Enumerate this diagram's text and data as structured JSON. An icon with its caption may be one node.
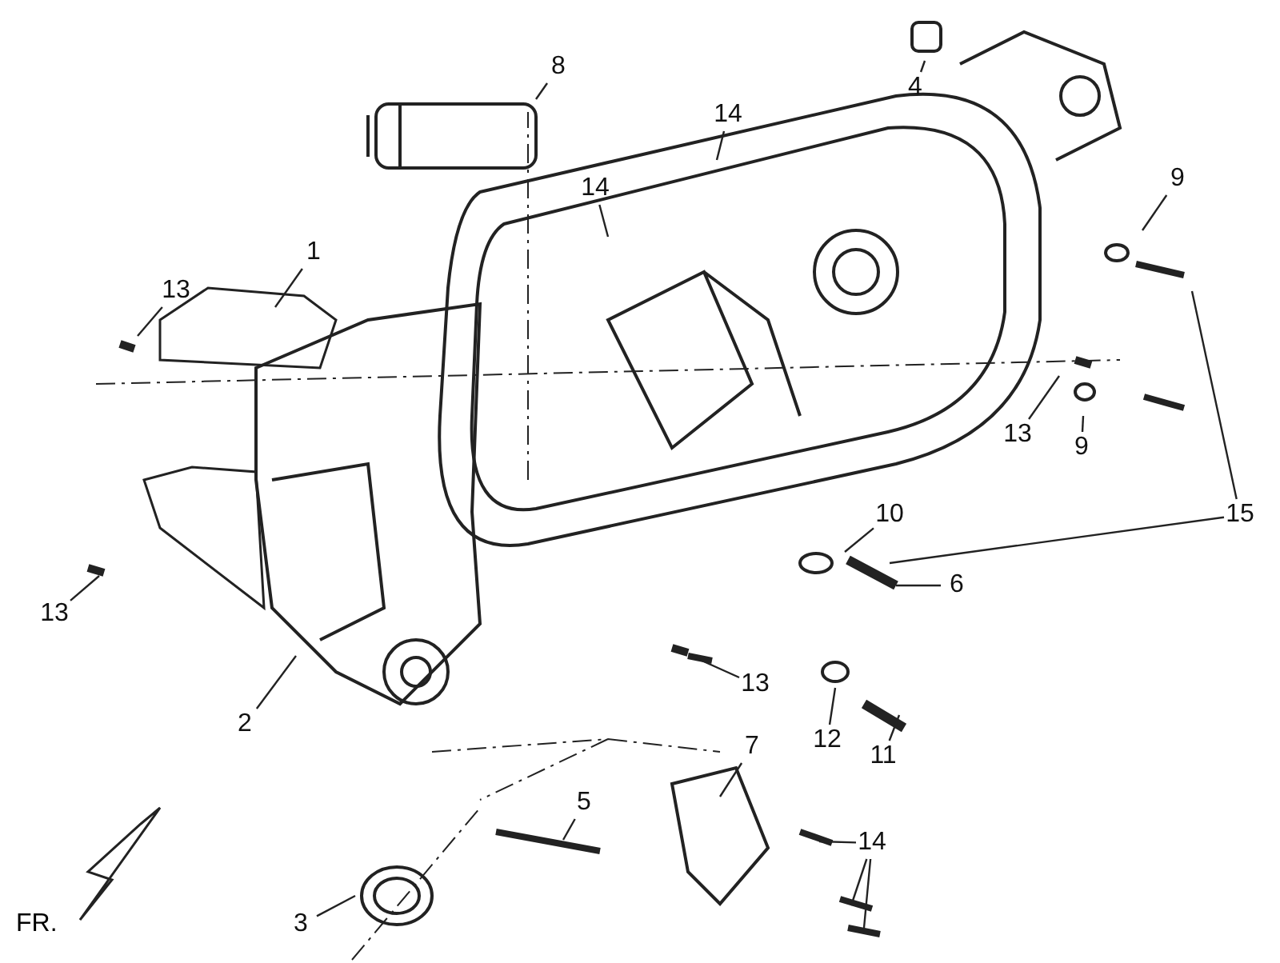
{
  "diagram": {
    "nodes": [
      {
        "text": [
          "8"
        ]
      },
      {
        "text": [
          "14"
        ]
      },
      {
        "text": [
          "4"
        ]
      },
      {
        "text": [
          "14"
        ]
      },
      {
        "text": [
          "9"
        ]
      },
      {
        "text": [
          "1"
        ]
      },
      {
        "text": [
          "13"
        ]
      },
      {
        "text": [
          "9"
        ]
      },
      {
        "text": [
          "13"
        ]
      },
      {
        "text": [
          "15"
        ]
      },
      {
        "text": [
          "10"
        ]
      },
      {
        "text": [
          "6"
        ]
      },
      {
        "text": [
          "13"
        ]
      },
      {
        "text": [
          "13"
        ]
      },
      {
        "text": [
          "2"
        ]
      },
      {
        "text": [
          "12"
        ]
      },
      {
        "text": [
          "11"
        ]
      },
      {
        "text": [
          "7"
        ]
      },
      {
        "text": [
          "5"
        ]
      },
      {
        "text": [
          "14"
        ]
      },
      {
        "text": [
          "3"
        ]
      }
    ],
    "edges": [
      {
        "from": 0,
        "to": null,
        "arrow": "none"
      },
      {
        "from": 1,
        "to": null,
        "arrow": "none"
      },
      {
        "from": 2,
        "to": null,
        "arrow": "none"
      },
      {
        "from": 3,
        "to": null,
        "arrow": "none"
      },
      {
        "from": 4,
        "to": null,
        "arrow": "none"
      },
      {
        "from": 5,
        "to": null,
        "arrow": "none"
      },
      {
        "from": 6,
        "to": null,
        "arrow": "none"
      },
      {
        "from": 7,
        "to": null,
        "arrow": "none"
      },
      {
        "from": 8,
        "to": null,
        "arrow": "none"
      },
      {
        "from": 9,
        "to": null,
        "arrow": "none"
      },
      {
        "from": 9,
        "to": null,
        "arrow": "none"
      },
      {
        "from": 10,
        "to": null,
        "arrow": "none"
      },
      {
        "from": 11,
        "to": null,
        "arrow": "none"
      },
      {
        "from": 12,
        "to": null,
        "arrow": "none"
      },
      {
        "from": 13,
        "to": null,
        "arrow": "none"
      },
      {
        "from": 14,
        "to": null,
        "arrow": "none"
      },
      {
        "from": 15,
        "to": null,
        "arrow": "none"
      },
      {
        "from": 16,
        "to": null,
        "arrow": "none"
      },
      {
        "from": 17,
        "to": null,
        "arrow": "none"
      },
      {
        "from": 18,
        "to": null,
        "arrow": "none"
      },
      {
        "from": 19,
        "to": null,
        "arrow": "none"
      },
      {
        "from": 19,
        "to": null,
        "arrow": "none"
      },
      {
        "from": 19,
        "to": null,
        "arrow": "none"
      },
      {
        "from": 20,
        "to": null,
        "arrow": "none"
      }
    ],
    "labels": [
      "FR."
    ]
  }
}
